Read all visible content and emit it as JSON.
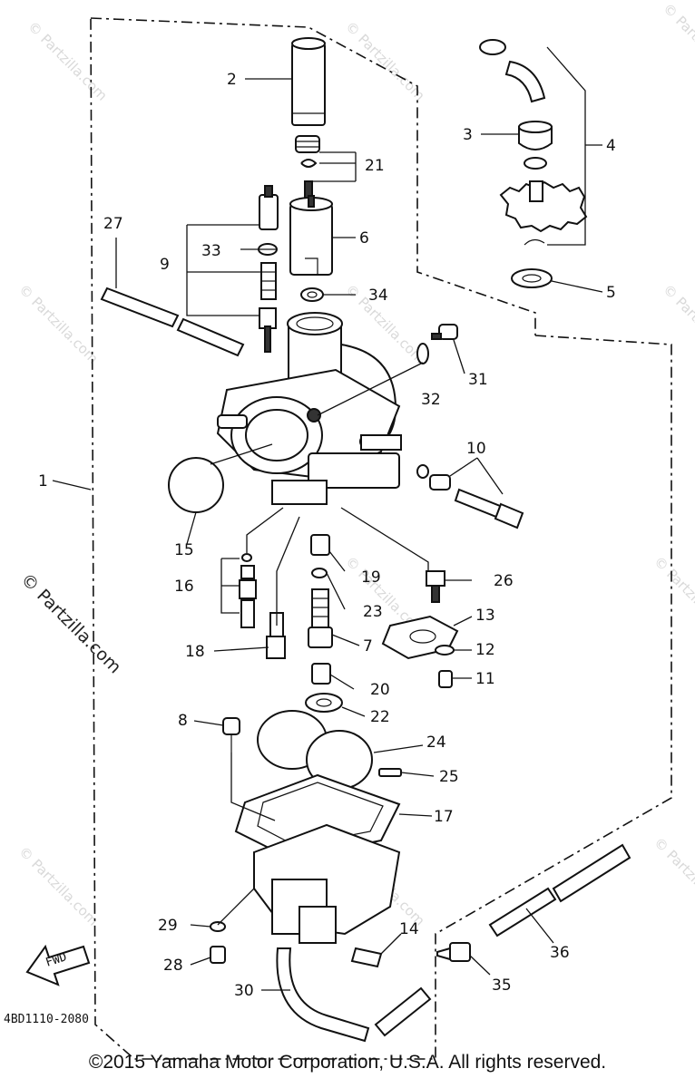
{
  "diagram": {
    "watermark_repeat": "© Partzilla.com",
    "watermark_side": "© Partzilla.com",
    "drawing_code": "4BD1110-2080",
    "fwd_label": "FWD",
    "copyright": "©2015 Yamaha Motor Corporation, U.S.A. All rights reserved.",
    "callouts": {
      "c1": "1",
      "c2": "2",
      "c3": "3",
      "c4": "4",
      "c5": "5",
      "c6": "6",
      "c7": "7",
      "c8": "8",
      "c9": "9",
      "c10": "10",
      "c11": "11",
      "c12": "12",
      "c13": "13",
      "c14": "14",
      "c15": "15",
      "c16": "16",
      "c17": "17",
      "c18": "18",
      "c19": "19",
      "c20": "20",
      "c21": "21",
      "c22": "22",
      "c23": "23",
      "c24": "24",
      "c25": "25",
      "c26": "26",
      "c27": "27",
      "c28": "28",
      "c29": "29",
      "c30": "30",
      "c31": "31",
      "c32": "32",
      "c33": "33",
      "c34": "34",
      "c35": "35",
      "c36": "36"
    }
  }
}
